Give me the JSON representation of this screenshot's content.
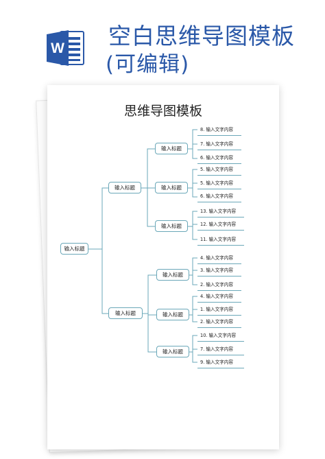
{
  "header": {
    "title_line1": "空白思维导图模板",
    "title_line2": "(可编辑)",
    "app_icon": "word-icon",
    "brand_color": "#2a58a8"
  },
  "document": {
    "title": "思维导图模板",
    "root": "输入标题",
    "branches": [
      {
        "label": "输入标题",
        "groups": [
          {
            "label": "输入标题",
            "leaves": [
              "8. 输入文字内容",
              "7. 输入文字内容",
              "6. 输入文字内容"
            ]
          },
          {
            "label": "输入标题",
            "leaves": [
              "5. 输入文字内容",
              "5. 输入文字内容",
              "6. 输入文字内容"
            ]
          },
          {
            "label": "输入标题",
            "leaves": [
              "13. 输入文字内容",
              "12. 输入文字内容",
              "11. 输入文字内容"
            ]
          }
        ]
      },
      {
        "label": "输入标题",
        "groups": [
          {
            "label": "输入标题",
            "leaves": [
              "4. 输入文字内容",
              "3. 输入文字内容",
              "2. 输入文字内容"
            ]
          },
          {
            "label": "输入标题",
            "leaves": [
              "4. 输入文字内容",
              "1. 输入文字内容",
              "2. 输入文字内容"
            ]
          },
          {
            "label": "输入标题",
            "leaves": [
              "10. 输入文字内容",
              "7. 输入文字内容",
              "9. 输入文字内容"
            ]
          }
        ]
      }
    ],
    "line_color": "#6aa7b8"
  }
}
